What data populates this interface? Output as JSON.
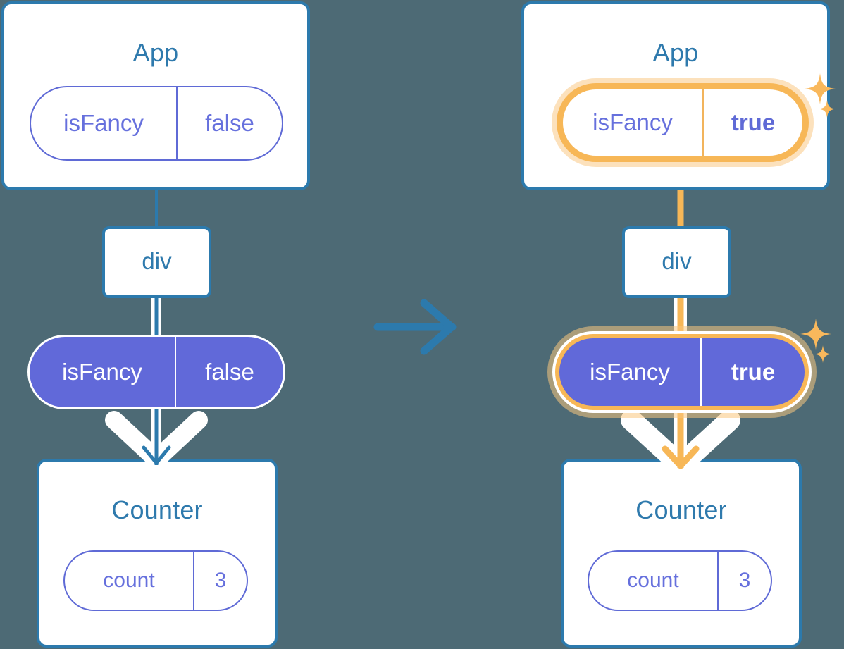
{
  "background_color": "#4d6a75",
  "colors": {
    "card_border": "#2c7aad",
    "title_text": "#2f7aad",
    "purple": "#6169d9",
    "purple_text": "#6670dd",
    "highlight_orange": "#f7b757",
    "highlight_glow": "#fac67e",
    "white": "#ffffff",
    "wire_blue": "#2c7aad",
    "wire_blue_faded": "#bdd3e4",
    "wire_orange_faded": "#fbe4bd"
  },
  "panels": [
    {
      "id": "before",
      "app": {
        "title": "App",
        "state_pill": {
          "key": "isFancy",
          "value": "false",
          "highlighted": false
        }
      },
      "div": {
        "label": "div"
      },
      "prop_pill": {
        "key": "isFancy",
        "value": "false",
        "highlighted": false
      },
      "counter": {
        "title": "Counter",
        "state_pill": {
          "key": "count",
          "value": "3",
          "highlighted": false
        }
      },
      "sparkles_visible": false,
      "wire_color": "#2c7aad"
    },
    {
      "id": "after",
      "app": {
        "title": "App",
        "state_pill": {
          "key": "isFancy",
          "value": "true",
          "highlighted": true
        }
      },
      "div": {
        "label": "div"
      },
      "prop_pill": {
        "key": "isFancy",
        "value": "true",
        "highlighted": true
      },
      "counter": {
        "title": "Counter",
        "state_pill": {
          "key": "count",
          "value": "3",
          "highlighted": false
        }
      },
      "sparkles_visible": true,
      "wire_color": "#f7b757"
    }
  ],
  "transition": {
    "arrow_icon": "arrow-right-icon",
    "arrow_color": "#2c7aad",
    "direction": "left-to-right"
  }
}
